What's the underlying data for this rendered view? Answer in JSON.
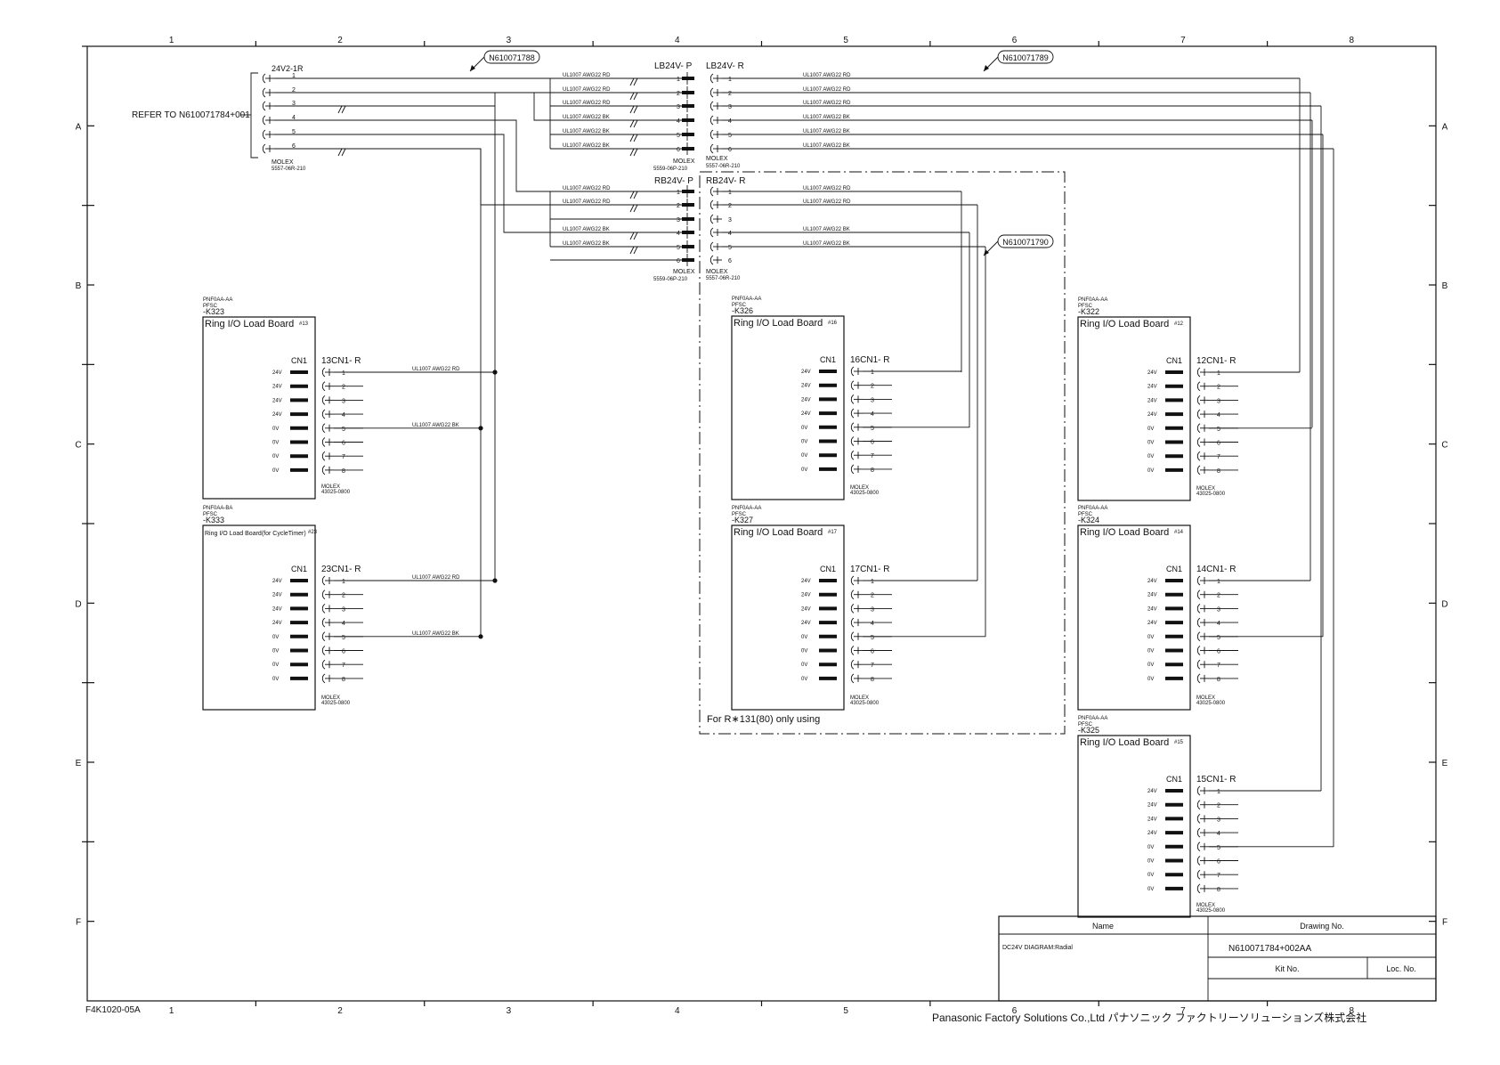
{
  "frame": {
    "columns": [
      "1",
      "2",
      "3",
      "4",
      "5",
      "6",
      "7",
      "8"
    ],
    "rows": [
      "A",
      "B",
      "C",
      "D",
      "E",
      "F"
    ],
    "form_code": "F4K1020-05A"
  },
  "header": {
    "refer_text": "REFER TO N610071784+001",
    "callouts": [
      "N610071788",
      "N610071789",
      "N610071790"
    ]
  },
  "connectors": {
    "src": {
      "label": "24V2-1R",
      "mfr": "MOLEX",
      "part": "5557-06R-210",
      "pins": [
        "1",
        "2",
        "3",
        "4",
        "5",
        "6"
      ]
    },
    "lb_p": {
      "label": "LB24V- P",
      "mfr": "MOLEX",
      "part": "5559-06P-210"
    },
    "lb_r": {
      "label": "LB24V- R",
      "mfr": "MOLEX",
      "part": "5557-06R-210"
    },
    "rb_p": {
      "label": "RB24V- P",
      "mfr": "MOLEX",
      "part": "5559-06P-210"
    },
    "rb_r": {
      "label": "RB24V- R",
      "mfr": "MOLEX",
      "part": "5557-06R-210"
    }
  },
  "wires_left": [
    {
      "pin": "1",
      "label": "UL1007  AWG22  RD"
    },
    {
      "pin": "2",
      "label": "UL1007  AWG22  RD"
    },
    {
      "pin": "3",
      "label": "UL1007  AWG22  RD"
    },
    {
      "pin": "4",
      "label": "UL1007  AWG22  BK"
    },
    {
      "pin": "5",
      "label": "UL1007  AWG22  BK"
    },
    {
      "pin": "6",
      "label": "UL1007  AWG22  BK"
    }
  ],
  "wires_right": [
    {
      "pin": "1",
      "label": "UL1007  AWG22  RD"
    },
    {
      "pin": "2",
      "label": "UL1007  AWG22  RD"
    },
    {
      "pin": "3",
      "label": "UL1007  AWG22  RD"
    },
    {
      "pin": "4",
      "label": "UL1007  AWG22  BK"
    },
    {
      "pin": "5",
      "label": "UL1007  AWG22  BK"
    },
    {
      "pin": "6",
      "label": "UL1007  AWG22  BK"
    }
  ],
  "rb_wires_left": [
    {
      "pin": "1",
      "label": "UL1007  AWG22  RD"
    },
    {
      "pin": "2",
      "label": "UL1007  AWG22  RD"
    },
    {
      "pin": "3",
      "label": ""
    },
    {
      "pin": "4",
      "label": "UL1007  AWG22  BK"
    },
    {
      "pin": "5",
      "label": "UL1007  AWG22  BK"
    },
    {
      "pin": "6",
      "label": ""
    }
  ],
  "rb_wires_right": [
    {
      "pin": "1",
      "label": "UL1007  AWG22  RD"
    },
    {
      "pin": "2",
      "label": "UL1007  AWG22  RD"
    },
    {
      "pin": "3",
      "label": ""
    },
    {
      "pin": "4",
      "label": "UL1007  AWG22  BK"
    },
    {
      "pin": "5",
      "label": "UL1007  AWG22  BK"
    },
    {
      "pin": "6",
      "label": ""
    }
  ],
  "boards": [
    {
      "model": "PNF0AA-AA",
      "maker": "PFSC",
      "id": "-K323",
      "title": "Ring I/O Load Board",
      "num": "#13",
      "conn": "13CN1- R",
      "rd": "UL1007  AWG22  RD",
      "bk": "UL1007  AWG22  BK"
    },
    {
      "model": "PNF0AA-BA",
      "maker": "PFSC",
      "id": "-K333",
      "title": "Ring I/O Load Board(for CycleTimer)",
      "num": "#23",
      "conn": "23CN1- R",
      "rd": "UL1007  AWG22  RD",
      "bk": "UL1007  AWG22  BK"
    },
    {
      "model": "PNF0AA-AA",
      "maker": "PFSC",
      "id": "-K326",
      "title": "Ring I/O Load Board",
      "num": "#16",
      "conn": "16CN1- R",
      "rd": "",
      "bk": ""
    },
    {
      "model": "PNF0AA-AA",
      "maker": "PFSC",
      "id": "-K327",
      "title": "Ring I/O Load Board",
      "num": "#17",
      "conn": "17CN1- R",
      "rd": "",
      "bk": ""
    },
    {
      "model": "PNF0AA-AA",
      "maker": "PFSC",
      "id": "-K322",
      "title": "Ring I/O Load Board",
      "num": "#12",
      "conn": "12CN1- R",
      "rd": "",
      "bk": ""
    },
    {
      "model": "PNF0AA-AA",
      "maker": "PFSC",
      "id": "-K324",
      "title": "Ring I/O Load Board",
      "num": "#14",
      "conn": "14CN1- R",
      "rd": "",
      "bk": ""
    },
    {
      "model": "PNF0AA-AA",
      "maker": "PFSC",
      "id": "-K325",
      "title": "Ring I/O Load Board",
      "num": "#15",
      "conn": "15CN1- R",
      "rd": "",
      "bk": ""
    }
  ],
  "board_common": {
    "cn_label": "CN1",
    "pin_voltages": [
      "24V",
      "24V",
      "24V",
      "24V",
      "0V",
      "0V",
      "0V",
      "0V"
    ],
    "pin_numbers": [
      "1",
      "2",
      "3",
      "4",
      "5",
      "6",
      "7",
      "8"
    ],
    "mfr": "MOLEX",
    "part": "43025-0800"
  },
  "optional_note": "For R∗131(80)  only using",
  "title_block": {
    "name_header": "Name",
    "drawing_no_header": "Drawing No.",
    "name_value": "DC24V DIAGRAM:Radial",
    "drawing_no_value": "N610071784+002AA",
    "kit_no_header": "Kit No.",
    "loc_no_header": "Loc. No."
  },
  "company": "Panasonic Factory Solutions Co.,Ltd パナソニック ファクトリーソリューションズ株式会社"
}
